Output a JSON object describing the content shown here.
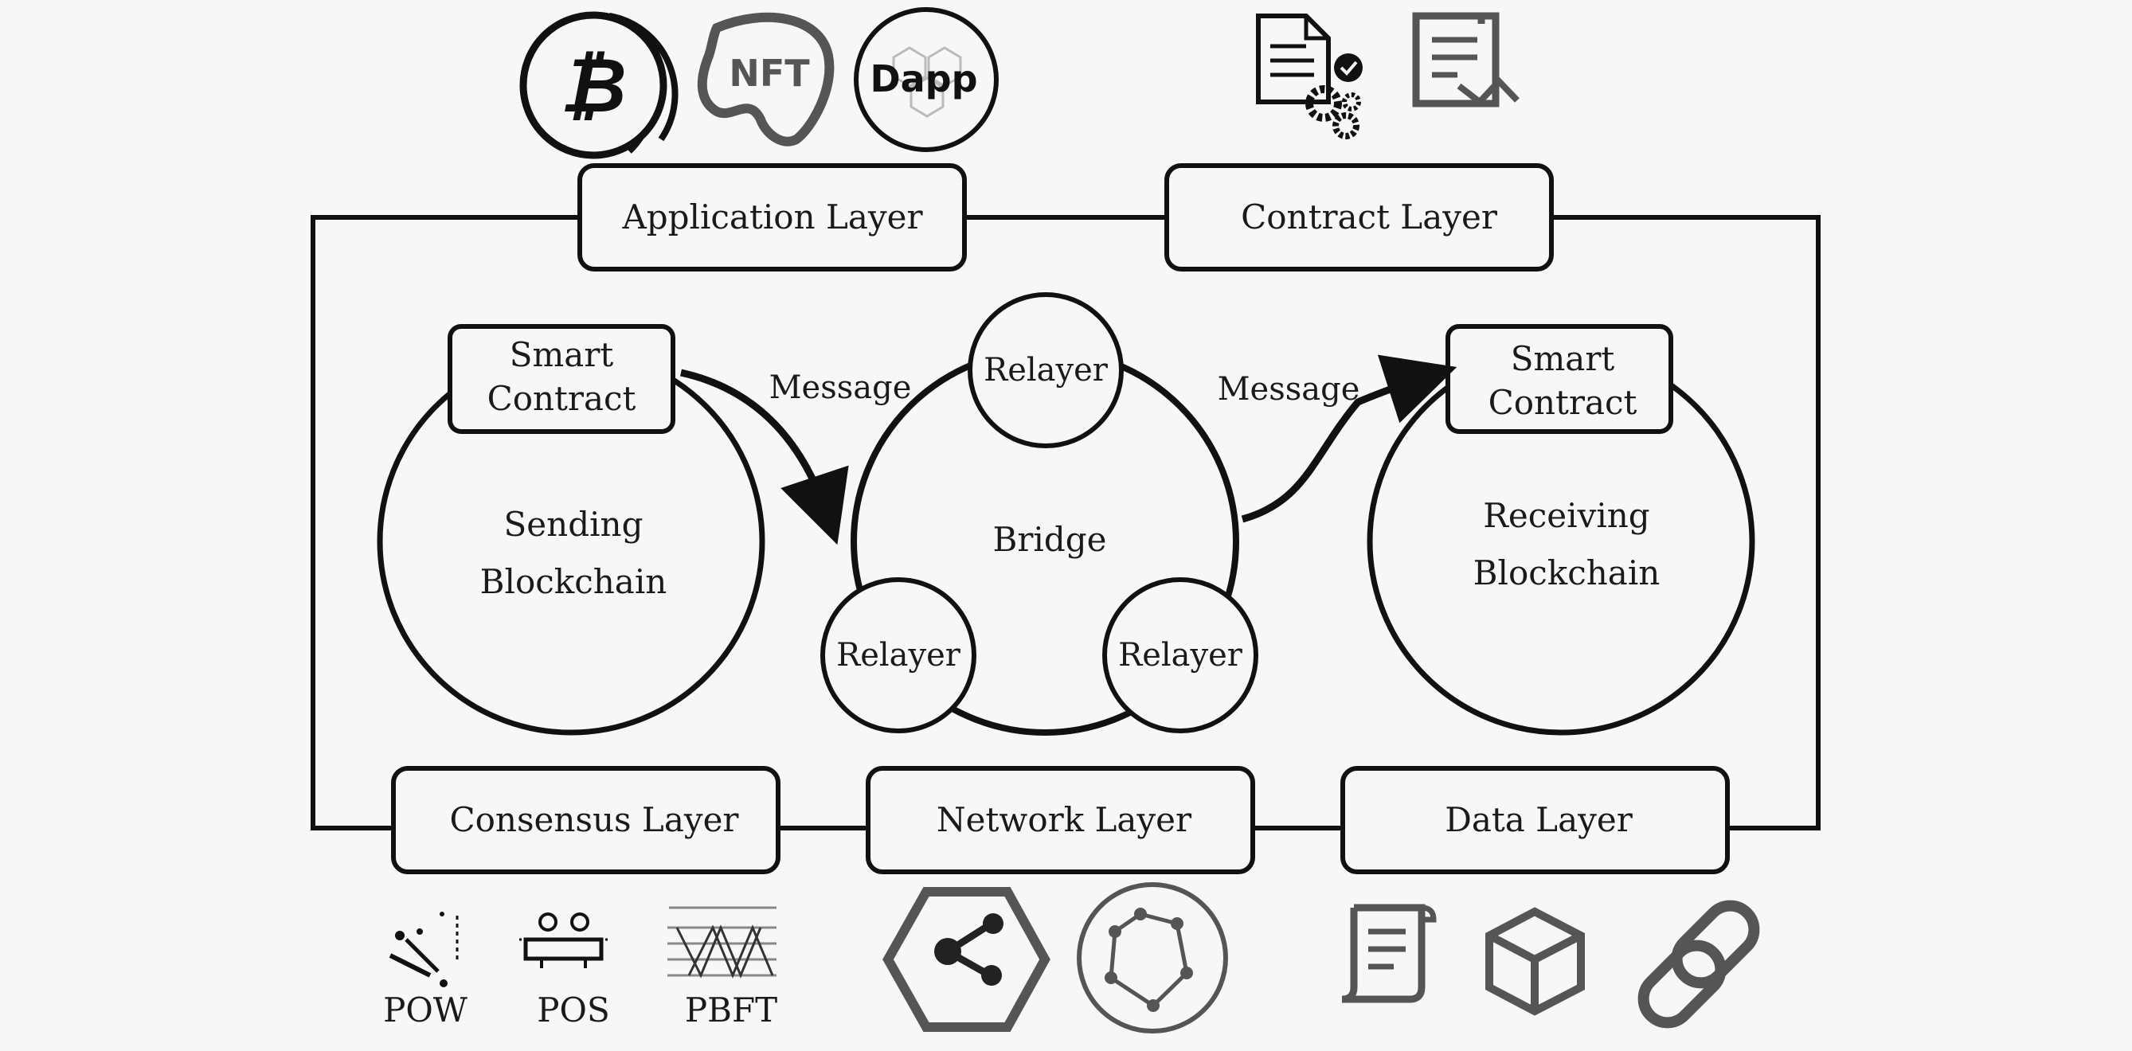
{
  "layers": {
    "application": "Application Layer",
    "contract": "Contract Layer",
    "consensus": "Consensus Layer",
    "network": "Network Layer",
    "data": "Data Layer"
  },
  "sending": {
    "contract_line1": "Smart",
    "contract_line2": "Contract",
    "line1": "Sending",
    "line2": "Blockchain"
  },
  "receiving": {
    "contract_line1": "Smart",
    "contract_line2": "Contract",
    "line1": "Receiving",
    "line2": "Blockchain"
  },
  "bridge": {
    "label": "Bridge",
    "relayers": [
      "Relayer",
      "Relayer",
      "Relayer"
    ]
  },
  "messages": {
    "left": "Message",
    "right": "Message"
  },
  "app_icons": {
    "bitcoin": "bitcoin-icon",
    "nft_text": "NFT",
    "dapp_text": "Dapp"
  },
  "contract_icons": [
    "document-gear-icon",
    "document-chart-icon"
  ],
  "consensus_icons": {
    "labels": [
      "POW",
      "POS",
      "PBFT"
    ]
  },
  "network_icons": [
    "hexagon-share-icon",
    "circle-network-icon"
  ],
  "data_icons": [
    "scroll-icon",
    "cube-icon",
    "chain-link-icon"
  ],
  "colors": {
    "stroke": "#111111",
    "background": "#f7f7f7",
    "icon_gray": "#555555"
  }
}
